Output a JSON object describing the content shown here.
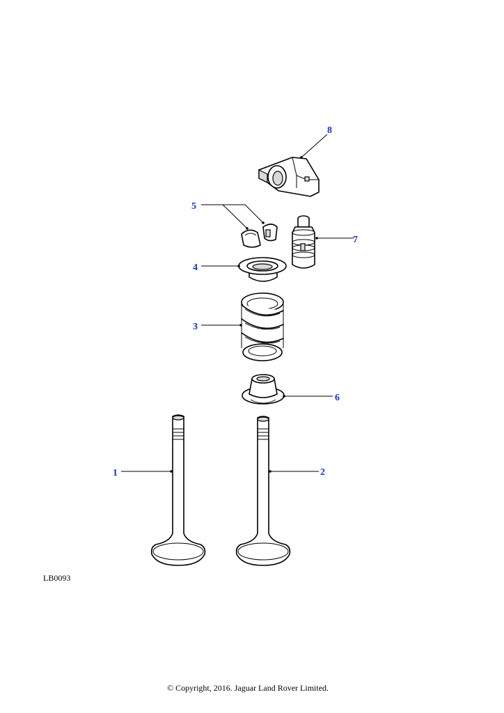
{
  "callouts": {
    "c1": "1",
    "c2": "2",
    "c3": "3",
    "c4": "4",
    "c5": "5",
    "c6": "6",
    "c7": "7",
    "c8": "8"
  },
  "reference_code": "LB0093",
  "copyright": "© Copyright, 2016. Jaguar Land Rover Limited.",
  "colors": {
    "callout": "#1a2fd4",
    "line": "#000000",
    "background": "#ffffff"
  }
}
